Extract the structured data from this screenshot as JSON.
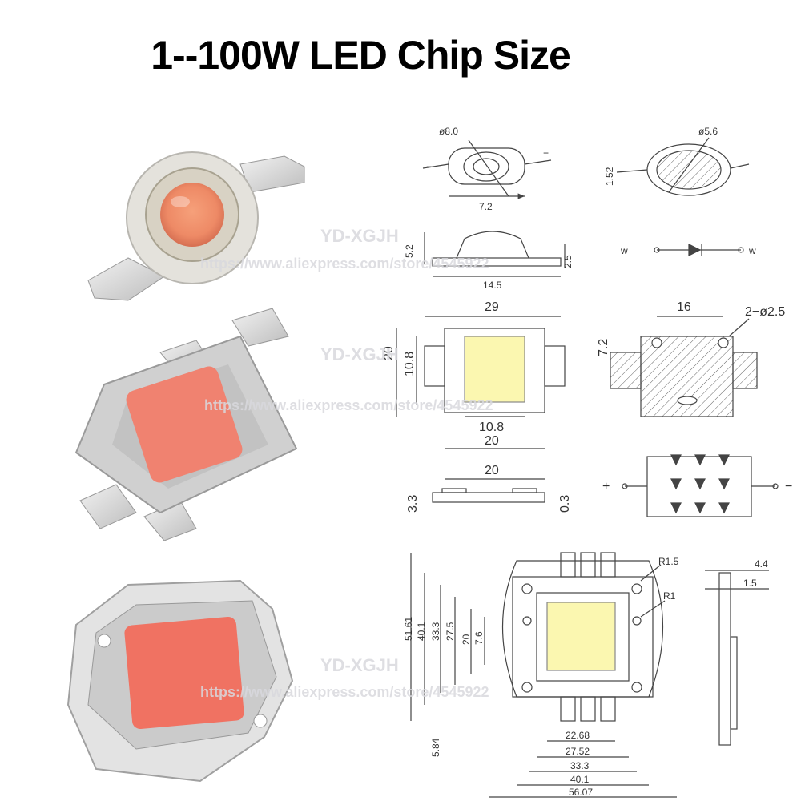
{
  "title": "1--100W LED Chip Size",
  "watermark": {
    "brand": "YD-XGJH",
    "url_1w": "https://www.aliexpress.com/store/4545922",
    "url_10w": "https://www.aliexpress.com/store/4545922",
    "url_100w": "https://www.aliexpress.com/store/4545922"
  },
  "colors": {
    "chip_pink": "#f07a6a",
    "chip_phosphor": "#fbf7b0",
    "base": "#cfcfcf",
    "line": "#444444"
  },
  "drawing_1w": {
    "lens_dia": "ø8.0",
    "body_width": "7.2",
    "dome_dia": "ø5.6",
    "bottom_thick": "1.52",
    "side_height": "5.2",
    "lead_height": "2.5",
    "total_width": "14.5",
    "polarity_plus": "+",
    "polarity_minus": "−",
    "circuit_left": "w",
    "circuit_right": "w"
  },
  "drawing_10w": {
    "total_width": "29",
    "height": "20",
    "chip_height": "10.8",
    "chip_width": "10.8",
    "body_width": "20",
    "hole_spacing": "16",
    "holes": "2−ø2.5",
    "back_height": "7.2",
    "side_width": "20",
    "thick_left": "3.3",
    "thick_right": "0.3",
    "polarity_plus": "+",
    "polarity_minus": "−"
  },
  "drawing_100w": {
    "h_51": "51.61",
    "h_40": "40.1",
    "h_33": "33.3",
    "h_27": "27.5",
    "h_20": "20",
    "h_7": "7.6",
    "h_5": "5.84",
    "w_22": "22.68",
    "w_27": "27.52",
    "w_33": "33.3",
    "w_40": "40.1",
    "w_56": "56.07",
    "radius_15": "R1.5",
    "radius_1": "R1",
    "thick_44": "4.4",
    "thick_15": "1.5"
  }
}
